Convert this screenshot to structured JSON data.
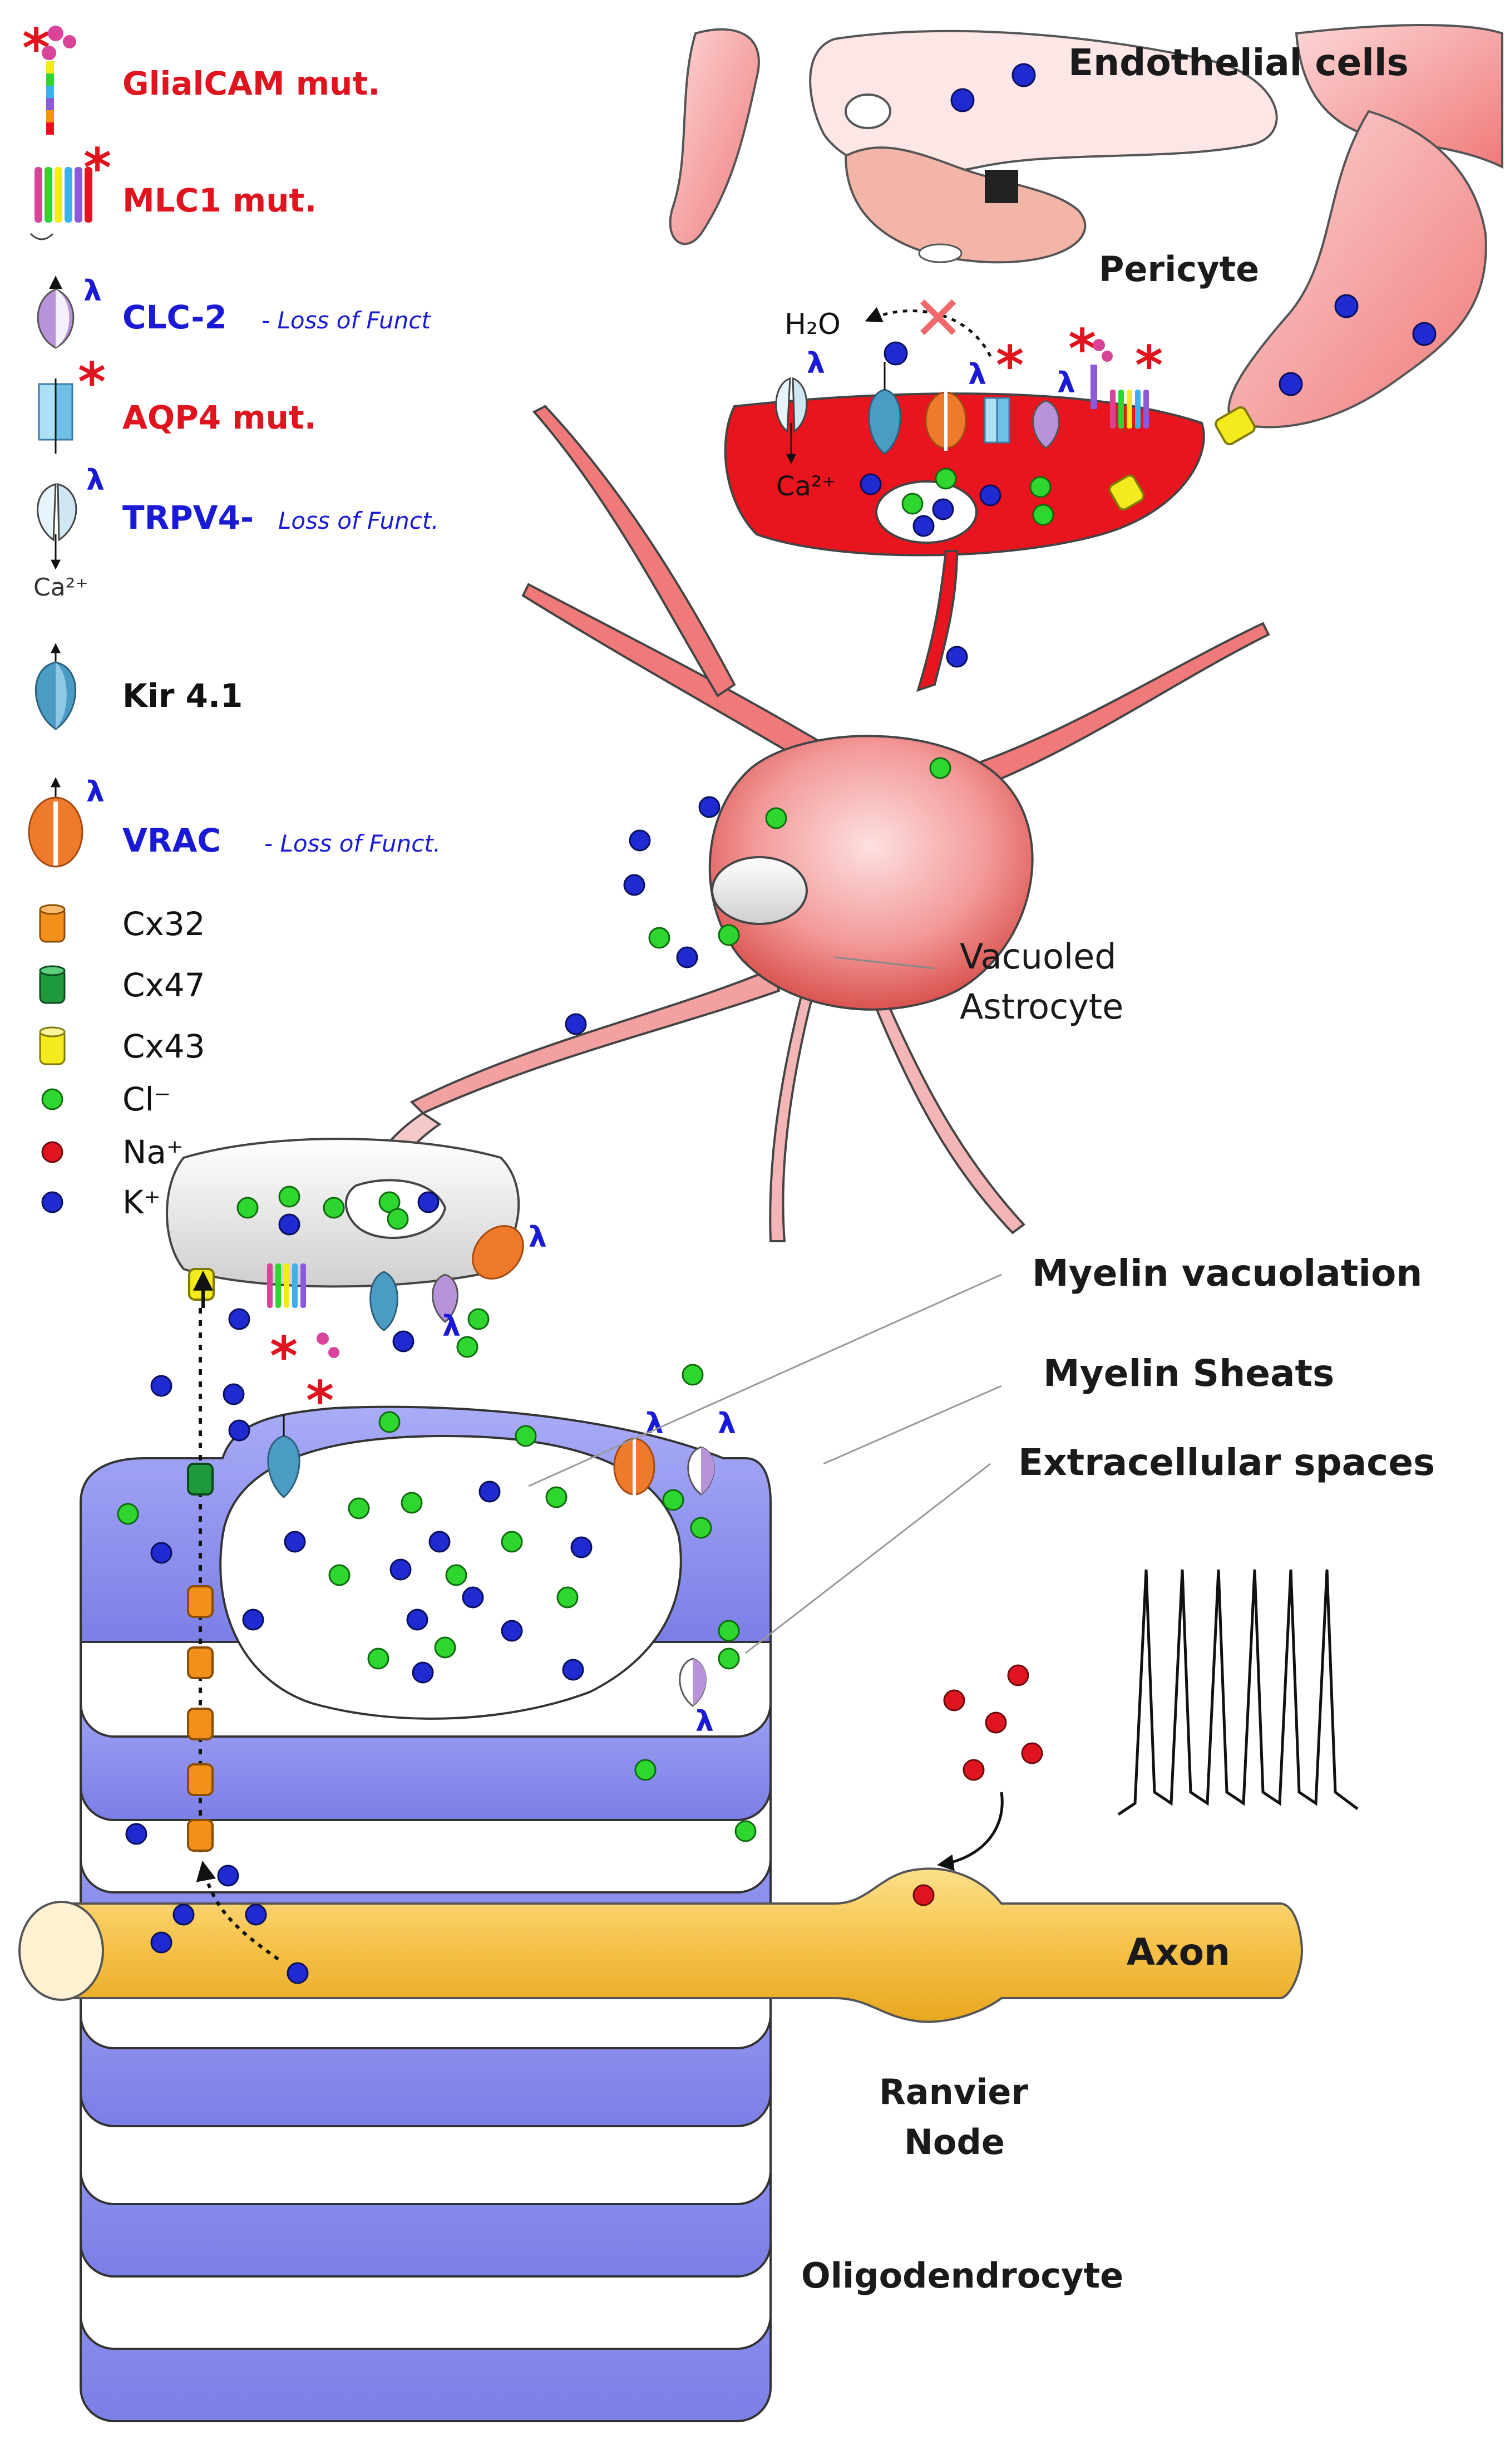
{
  "legend": [
    {
      "id": "glialcam",
      "label": "GlialCAM mut.",
      "sub": "",
      "color": "#e0141e",
      "icon": "glialcam-protein-icon",
      "marker": "*"
    },
    {
      "id": "mlc1",
      "label": "MLC1 mut.",
      "sub": "",
      "color": "#e0141e",
      "icon": "mlc1-protein-icon",
      "marker": "*"
    },
    {
      "id": "clc2",
      "label": "CLC-2",
      "sub": "- Loss of Funct",
      "color": "#1a1ad6",
      "icon": "clc2-channel-icon",
      "marker": "λ"
    },
    {
      "id": "aqp4",
      "label": "AQP4 mut.",
      "sub": "",
      "color": "#e0141e",
      "icon": "aqp4-channel-icon",
      "marker": "*"
    },
    {
      "id": "trpv4",
      "label": "TRPV4-",
      "sub": "Loss of Funct.",
      "color": "#1a1ad6",
      "icon": "trpv4-channel-icon",
      "marker": "λ",
      "ion": "Ca²⁺"
    },
    {
      "id": "kir41",
      "label": "Kir 4.1",
      "sub": "",
      "color": "#111111",
      "icon": "kir41-channel-icon",
      "marker": ""
    },
    {
      "id": "vrac",
      "label": "VRAC",
      "sub": "- Loss of Funct.",
      "color": "#1a1ad6",
      "icon": "vrac-channel-icon",
      "marker": "λ"
    },
    {
      "id": "cx32",
      "label": "Cx32",
      "sub": "",
      "color": "#111111",
      "icon": "cx32-connexin-icon",
      "marker": "",
      "swatch": "#f39019"
    },
    {
      "id": "cx47",
      "label": "Cx47",
      "sub": "",
      "color": "#111111",
      "icon": "cx47-connexin-icon",
      "marker": "",
      "swatch": "#1e9a3c"
    },
    {
      "id": "cx43",
      "label": "Cx43",
      "sub": "",
      "color": "#111111",
      "icon": "cx43-connexin-icon",
      "marker": "",
      "swatch": "#f5ea1e"
    },
    {
      "id": "cl",
      "label": "Cl⁻",
      "sub": "",
      "color": "#111111",
      "icon": "chloride-ion-icon",
      "marker": "",
      "swatch": "#2fd62f"
    },
    {
      "id": "na",
      "label": "Na⁺",
      "sub": "",
      "color": "#111111",
      "icon": "sodium-ion-icon",
      "marker": "",
      "swatch": "#e0141e"
    },
    {
      "id": "k",
      "label": "K⁺",
      "sub": "",
      "color": "#111111",
      "icon": "potassium-ion-icon",
      "marker": "",
      "swatch": "#1f2bd0"
    }
  ],
  "labels": {
    "endothelial": "Endothelial cells",
    "pericyte": "Pericyte",
    "water": "H₂O",
    "calcium": "Ca²⁺",
    "astrocyte_line1": "Vacuoled",
    "astrocyte_line2": "Astrocyte",
    "myelin_vacuolation": "Myelin vacuolation",
    "myelin_sheats": "Myelin Sheats",
    "extracellular": "Extracellular spaces",
    "axon": "Axon",
    "ranvier_line1": "Ranvier",
    "ranvier_line2": "Node",
    "oligodendrocyte": "Oligodendrocyte"
  },
  "markers": {
    "mutation": "*",
    "loss_of_function": "λ",
    "blocked": "✕"
  },
  "colors": {
    "astrocyte_body": "#f08a8a",
    "endfoot": "#e8141e",
    "myelin": "#8c8ff0",
    "axon": "#f6c24a",
    "chloride": "#2fd62f",
    "potassium": "#1f2bd0",
    "sodium": "#e0141e"
  }
}
